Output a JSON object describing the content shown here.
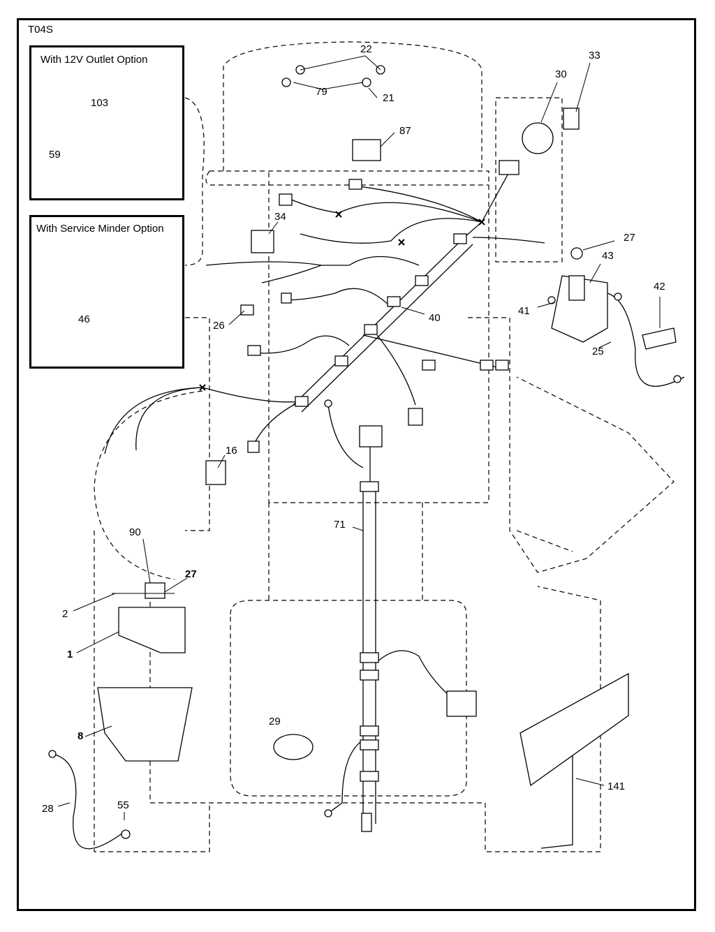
{
  "diagram_code": "T04S",
  "insets": {
    "outlet_title": "With 12V Outlet Option",
    "minder_title": "With Service Minder Option"
  },
  "callouts": {
    "c22": "22",
    "c79": "79",
    "c21": "21",
    "c33": "33",
    "c30": "30",
    "c87": "87",
    "c103": "103",
    "c59": "59",
    "c34": "34",
    "c27a": "27",
    "c43": "43",
    "c42": "42",
    "c41": "41",
    "c46": "46",
    "c26": "26",
    "c40": "40",
    "c25": "25",
    "c16": "16",
    "c71": "71",
    "c90": "90",
    "c27b": "27",
    "c2": "2",
    "c1": "1",
    "c8": "8",
    "c29": "29",
    "c141": "141",
    "c28": "28",
    "c55": "55"
  }
}
